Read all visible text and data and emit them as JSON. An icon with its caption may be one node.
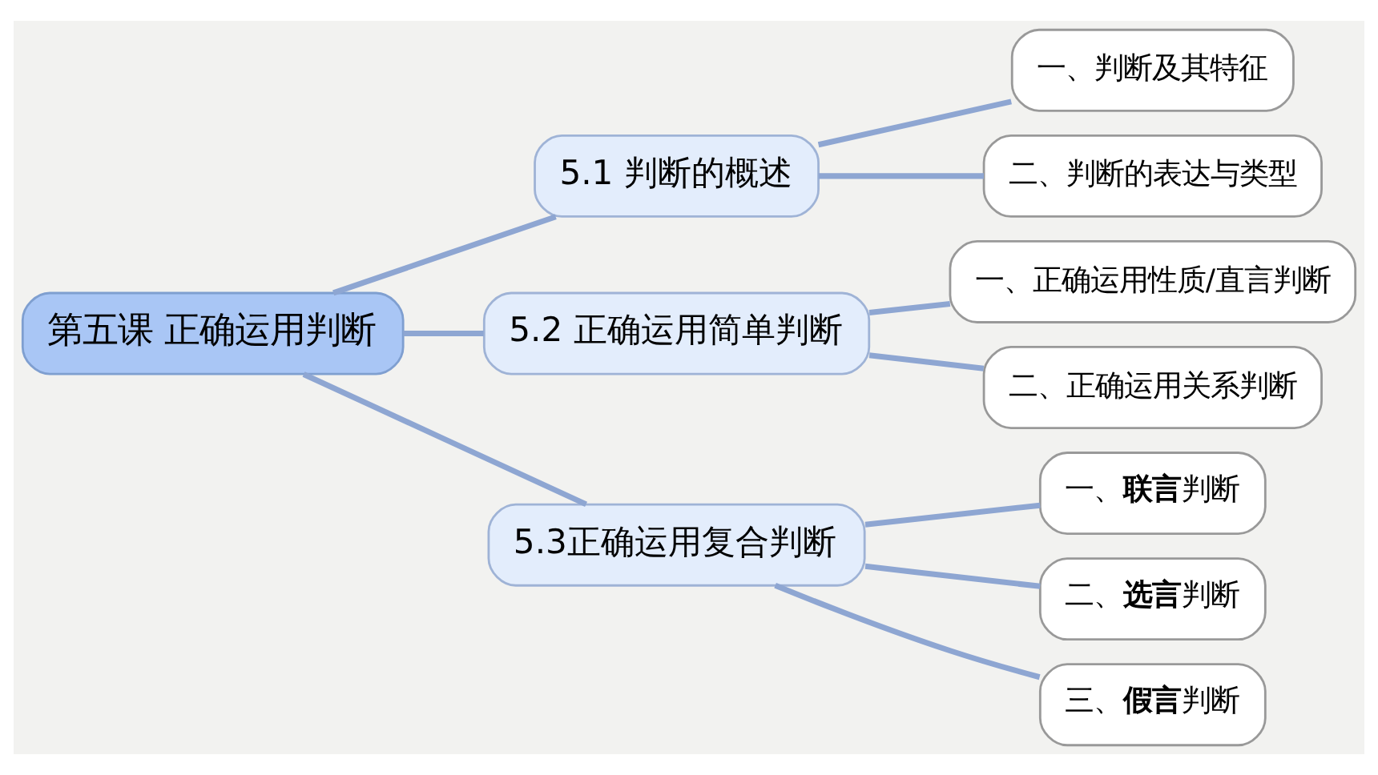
{
  "diagram": {
    "nodes": [
      {
        "text": [
          "第五课 正确运用判断"
        ]
      },
      {
        "text": [
          "5.1 判断的概述"
        ]
      },
      {
        "text": [
          "5.2 正确运用简单判断"
        ]
      },
      {
        "text": [
          "5.3正确运用复合判断"
        ]
      },
      {
        "text": [
          "一、判断及其特征"
        ]
      },
      {
        "text": [
          "二、判断的表达与类型"
        ]
      },
      {
        "text": [
          "一、正确运用性质/直言判断"
        ]
      },
      {
        "text": [
          "二、正确运用关系判断"
        ]
      },
      {
        "text": [
          "一、**联言**判断"
        ]
      },
      {
        "text": [
          "二、**选言**判断"
        ]
      },
      {
        "text": [
          "三、**假言**判断"
        ]
      }
    ],
    "edges": [
      {
        "from": 0,
        "to": 1,
        "arrow": "none"
      },
      {
        "from": 0,
        "to": 2,
        "arrow": "none"
      },
      {
        "from": 0,
        "to": 3,
        "arrow": "none"
      },
      {
        "from": 1,
        "to": 4,
        "arrow": "none"
      },
      {
        "from": 1,
        "to": 5,
        "arrow": "none"
      },
      {
        "from": 2,
        "to": 6,
        "arrow": "none"
      },
      {
        "from": 2,
        "to": 7,
        "arrow": "none"
      },
      {
        "from": 3,
        "to": 8,
        "arrow": "none"
      },
      {
        "from": 3,
        "to": 9,
        "arrow": "none"
      },
      {
        "from": 3,
        "to": 10,
        "arrow": "none"
      }
    ]
  }
}
